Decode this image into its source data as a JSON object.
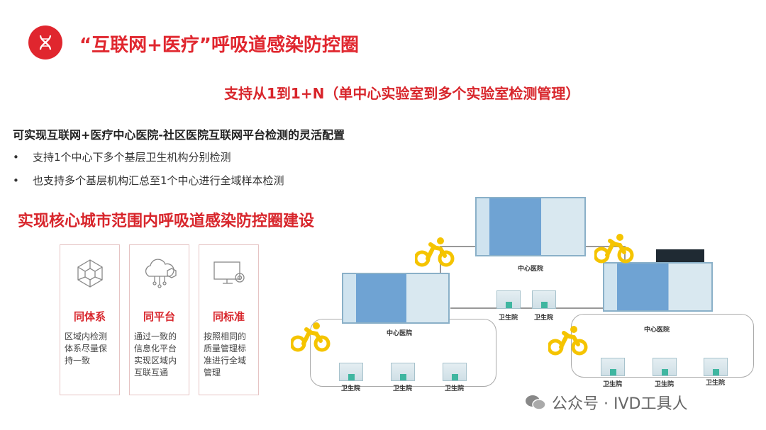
{
  "header": {
    "title": "“互联网+医疗”呼吸道感染防控圈",
    "subtitle": "支持从1到1+N（单中心实验室到多个实验室检测管理）"
  },
  "intro": {
    "lead": "可实现互联网+医疗中心医院-社区医院互联网平台检测的灵活配置",
    "bullets": [
      "支持1个中心下多个基层卫生机构分别检测",
      "也支持多个基层机构汇总至1个中心进行全域样本检测"
    ]
  },
  "section_heading": "实现核心城市范围内呼吸道感染防控圈建设",
  "cards": [
    {
      "icon": "network-cube-icon",
      "title": "同体系",
      "desc": "区域内检测体系尽量保持一致"
    },
    {
      "icon": "cloud-platform-icon",
      "title": "同平台",
      "desc": "通过一致的信息化平台实现区域内互联互通"
    },
    {
      "icon": "monitor-gear-icon",
      "title": "同标准",
      "desc": "按照相同的质量管理标准进行全域管理"
    }
  ],
  "diagram": {
    "center_label": "中心医院",
    "clinic_label": "卫生院"
  },
  "watermark": "公众号 · IVD工具人",
  "colors": {
    "accent": "#d8262c",
    "bike": "#f5c400"
  }
}
